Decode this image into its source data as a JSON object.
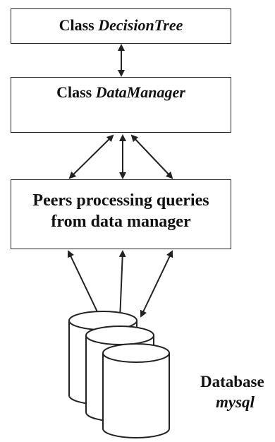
{
  "boxes": {
    "decision_tree": {
      "prefix": "Class ",
      "name": "DecisionTree"
    },
    "data_manager": {
      "prefix": "Class ",
      "name": "DataManager"
    },
    "peers": {
      "line1": "Peers processing queries",
      "line2": "from data manager"
    }
  },
  "database": {
    "label": "Database",
    "engine": "mysql"
  },
  "colors": {
    "stroke": "#222222",
    "background": "#ffffff",
    "text": "#111111"
  }
}
